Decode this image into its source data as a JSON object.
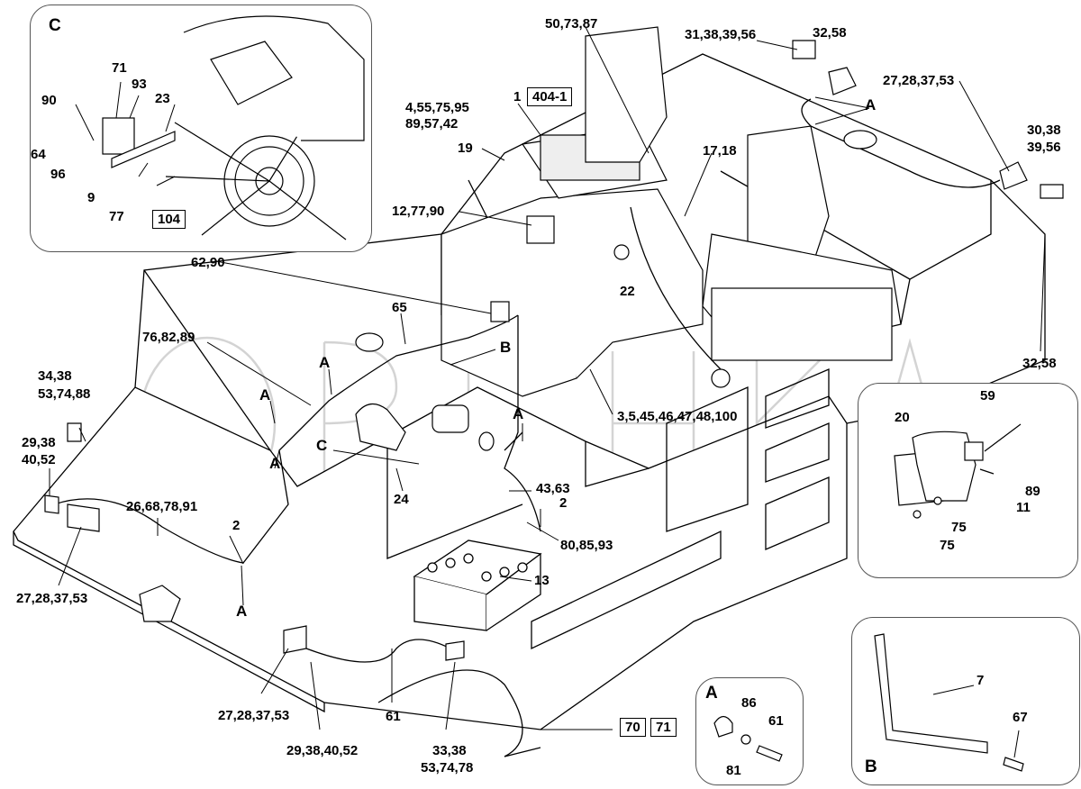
{
  "watermark": "ОРЕНЭКАН",
  "insets": {
    "c": {
      "title": "C"
    },
    "a": {
      "title": "A"
    },
    "b": {
      "title": "B"
    },
    "motor": {
      "title": ""
    }
  },
  "boxed": {
    "ref_104": "104",
    "ref_404_1": "404-1",
    "ref_70": "70",
    "ref_71": "71"
  },
  "callouts": {
    "c_71": "71",
    "c_93": "93",
    "c_90": "90",
    "c_23": "23",
    "c_64": "64",
    "c_96": "96",
    "c_9": "9",
    "c_77": "77",
    "p_50_73_87": "50,73,87",
    "p_31_38_39_56": "31,38,39,56",
    "p_32_58_top": "32,58",
    "p_27_28_37_53_top": "27,28,37,53",
    "p_A_top": "A",
    "p_1": "1",
    "p_4_55_75_95": "4,55,75,95",
    "p_89_57_42": "89,57,42",
    "p_19": "19",
    "p_17_18": "17,18",
    "p_30_38": "30,38",
    "p_39_56": "39,56",
    "p_12_77_90": "12,77,90",
    "p_62_90": "62,90",
    "p_22": "22",
    "p_65": "65",
    "p_76_82_89": "76,82,89",
    "p_B": "B",
    "p_A_mid": "A",
    "p_A_left": "A",
    "p_A_center": "A",
    "p_A_lower": "A",
    "p_A_bottom": "A",
    "p_34_38": "34,38",
    "p_53_74_88": "53,74,88",
    "p_29_38": "29,38",
    "p_40_52": "40,52",
    "p_C": "C",
    "p_24": "24",
    "p_3_5_45": "3,5,45,46,47,48,100",
    "p_26_68_78_91": "26,68,78,91",
    "p_2_left": "2",
    "p_43_63": "43,63",
    "p_2_right": "2",
    "p_80_85_93": "80,85,93",
    "p_13": "13",
    "p_27_28_37_53_left": "27,28,37,53",
    "p_32_58_right": "32,58",
    "p_27_28_37_53_bottom": "27,28,37,53",
    "p_61_bottom": "61",
    "p_29_38_40_52": "29,38,40,52",
    "p_33_38": "33,38",
    "p_53_74_78": "53,74,78",
    "m_20": "20",
    "m_59": "59",
    "m_89": "89",
    "m_11": "11",
    "m_75a": "75",
    "m_75b": "75",
    "a_86": "86",
    "a_61": "61",
    "a_81": "81",
    "b_7": "7",
    "b_67": "67"
  }
}
